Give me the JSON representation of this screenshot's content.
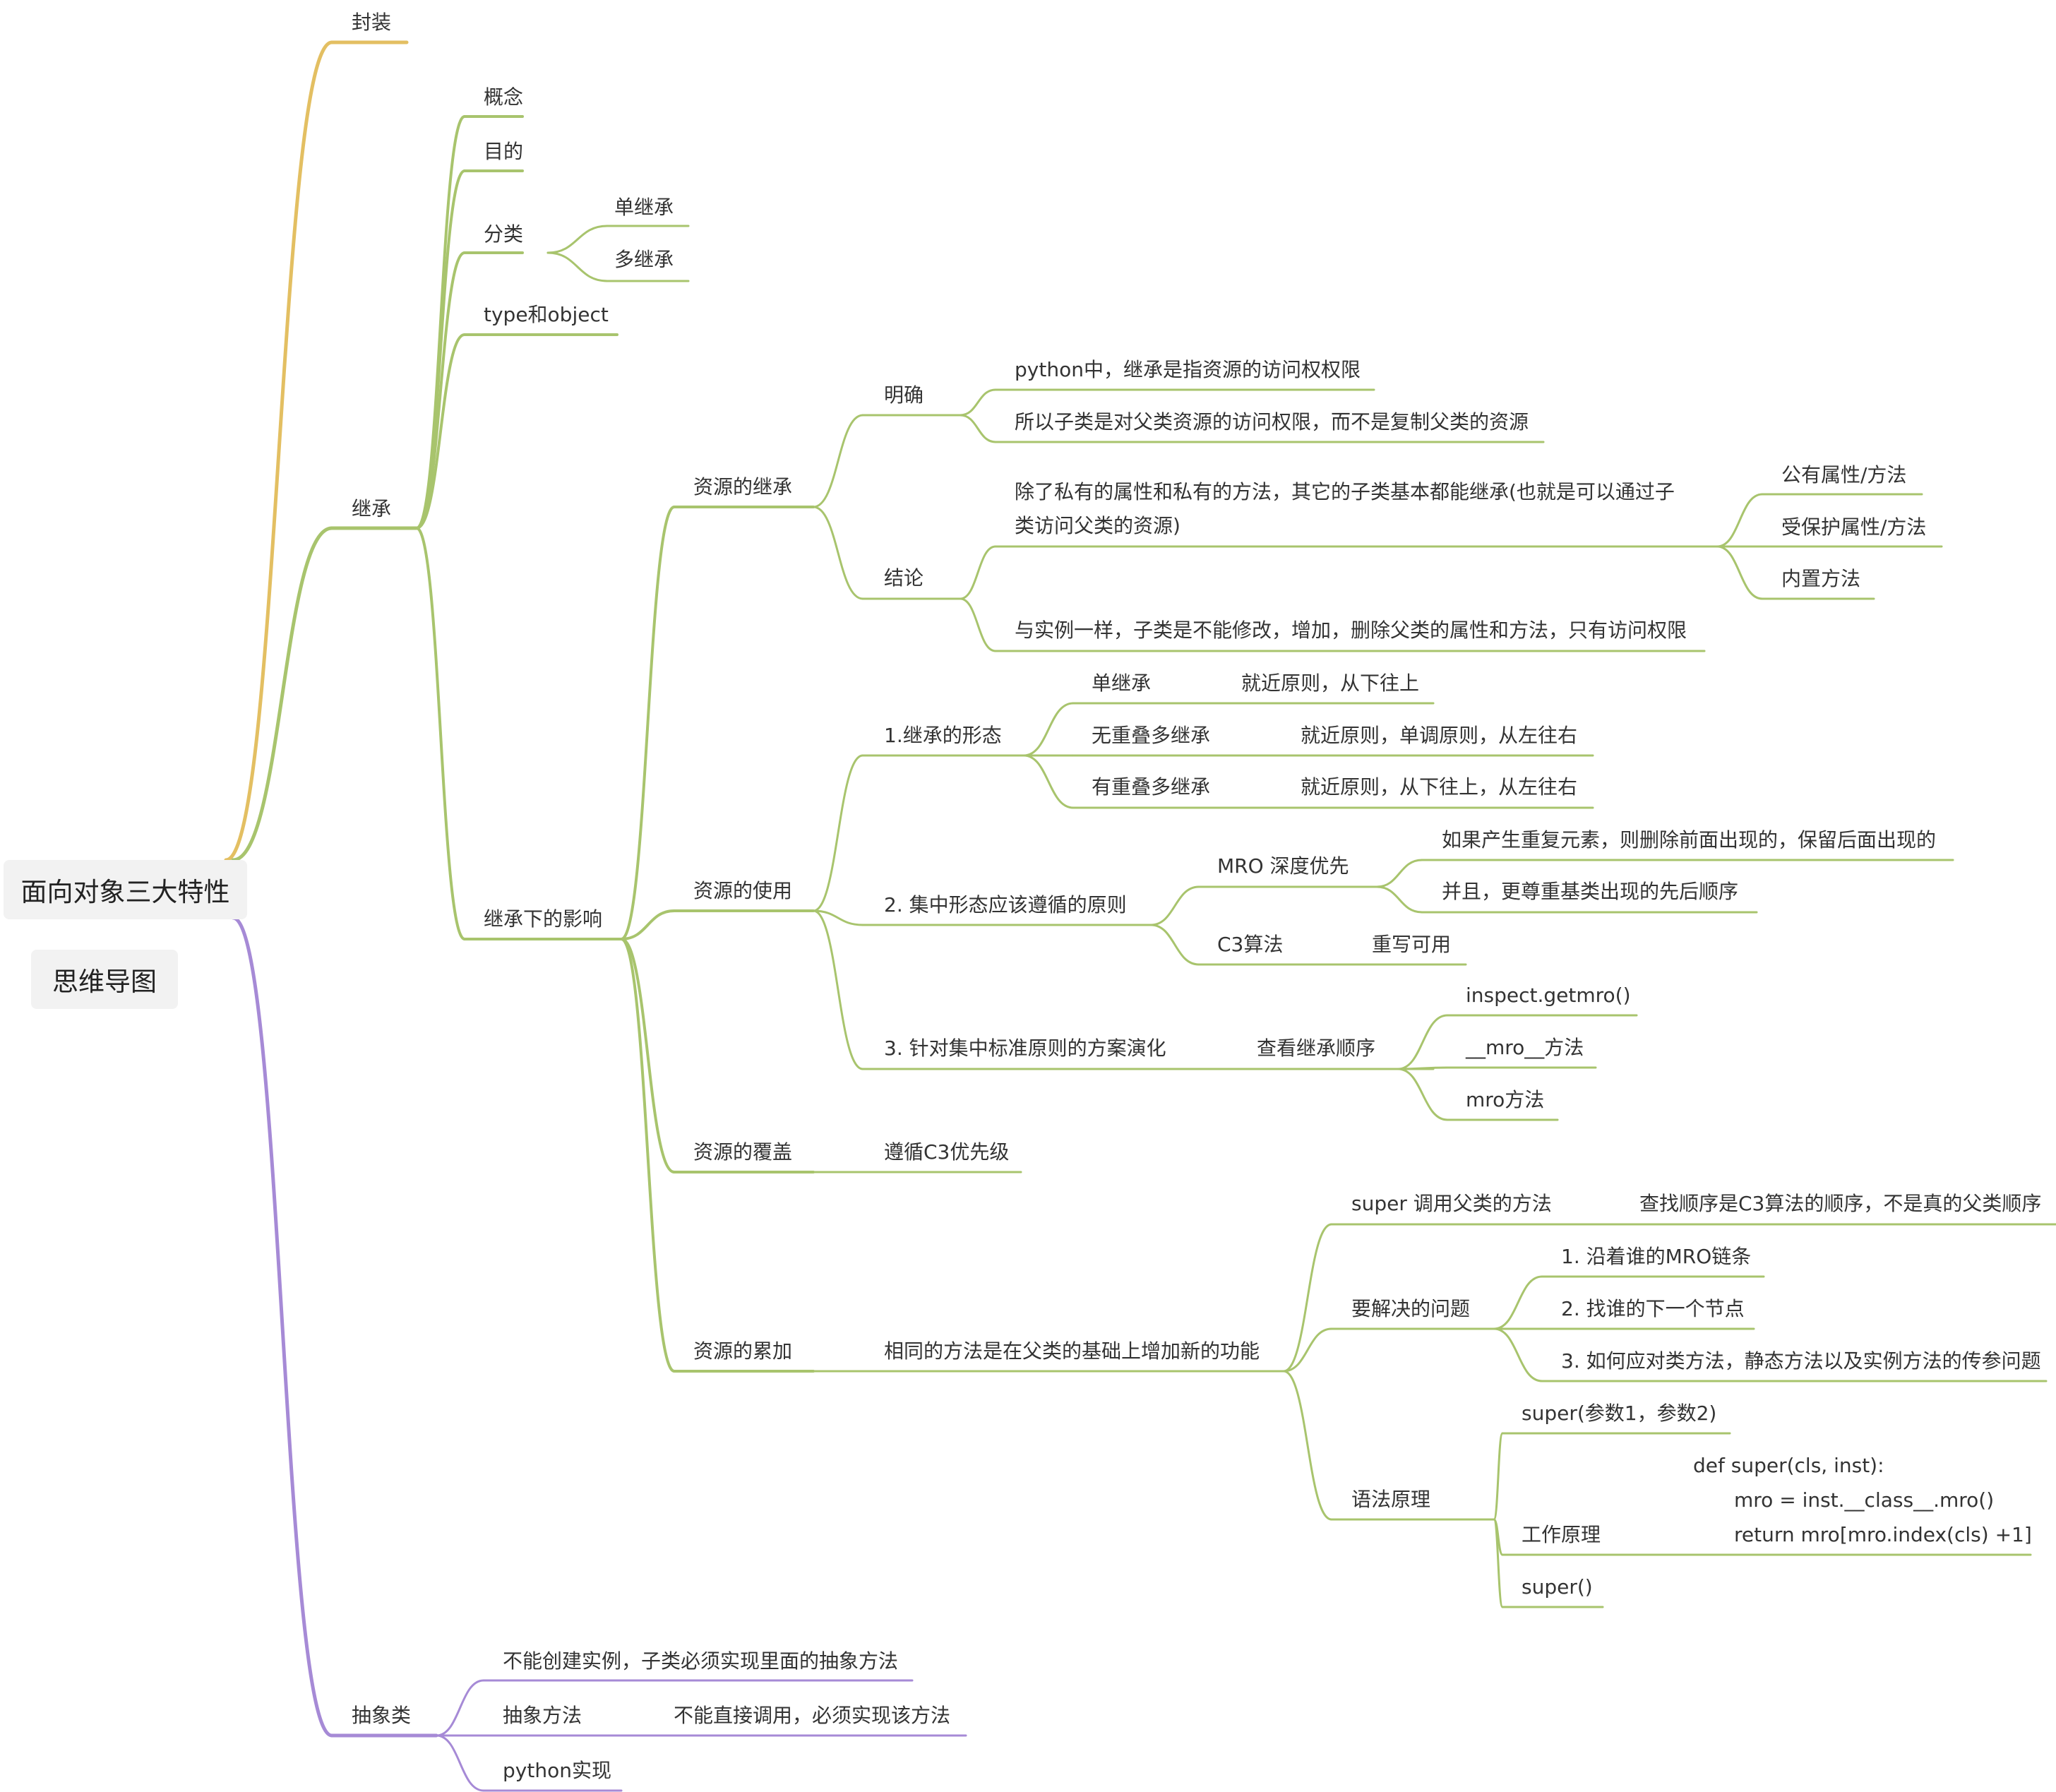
{
  "colors": {
    "encapsulation": "#e3bf62",
    "inheritance": "#a8c46d",
    "abstract": "#a68ad6"
  },
  "root": {
    "title": "面向对象三大特性",
    "subtitle": "思维导图"
  },
  "encapsulation": {
    "label": "封装"
  },
  "inheritance": {
    "label": "继承",
    "concept": "概念",
    "purpose": "目的",
    "classification": {
      "label": "分类",
      "single": "单继承",
      "multiple": "多继承"
    },
    "type_object": "type和object",
    "effects": {
      "label": "继承下的影响",
      "resource_inherit": {
        "label": "资源的继承",
        "clear": {
          "label": "明确",
          "item1": "python中，继承是指资源的访问权权限",
          "item2": "所以子类是对父类资源的访问权限，而不是复制父类的资源"
        },
        "conclusion": {
          "label": "结论",
          "item1": "除了私有的属性和私有的方法，其它的子类基本都能继承(也就是可以通过子类访问父类的资源)",
          "public": "公有属性/方法",
          "protected": "受保护属性/方法",
          "builtin": "内置方法",
          "item2": "与实例一样，子类是不能修改，增加，删除父类的属性和方法，只有访问权限"
        }
      },
      "resource_use": {
        "label": "资源的使用",
        "forms": {
          "label": "1.继承的形态",
          "single": "单继承",
          "single_rule": "就近原则，从下往上",
          "nonoverlap": "无重叠多继承",
          "nonoverlap_rule": "就近原则，单调原则，从左往右",
          "overlap": "有重叠多继承",
          "overlap_rule": "就近原则，从下往上，从左往右"
        },
        "principles": {
          "label": "2. 集中形态应该遵循的原则",
          "mro": "MRO 深度优先",
          "mro_r1": "如果产生重复元素，则删除前面出现的，保留后面出现的",
          "mro_r2": "并且，更尊重基类出现的先后顺序",
          "c3": "C3算法",
          "c3_rule": "重写可用"
        },
        "evolution": {
          "label": "3. 针对集中标准原则的方案演化",
          "view": "查看继承顺序",
          "m1": "inspect.getmro()",
          "m2": "__mro__方法",
          "m3": "mro方法"
        }
      },
      "resource_override": {
        "label": "资源的覆盖",
        "rule": "遵循C3优先级"
      },
      "resource_accumulate": {
        "label": "资源的累加",
        "desc": "相同的方法是在父类的基础上增加新的功能",
        "super_call": "super 调用父类的方法",
        "super_order": "查找顺序是C3算法的顺序，不是真的父类顺序",
        "problems": {
          "label": "要解决的问题",
          "p1": "1. 沿着谁的MRO链条",
          "p2": "2. 找谁的下一个节点",
          "p3": "3. 如何应对类方法，静态方法以及实例方法的传参问题"
        },
        "syntax": {
          "label": "语法原理",
          "s1": "super(参数1，参数2)",
          "work": "工作原理",
          "code1": "def super(cls, inst):",
          "code2": "mro = inst.__class__.mro()",
          "code3": "return mro[mro.index(cls) +1]",
          "s3": "super()"
        }
      }
    }
  },
  "abstract": {
    "label": "抽象类",
    "a1": "不能创建实例，子类必须实现里面的抽象方法",
    "a2": "抽象方法",
    "a2_rule": "不能直接调用，必须实现该方法",
    "a3": "python实现"
  }
}
